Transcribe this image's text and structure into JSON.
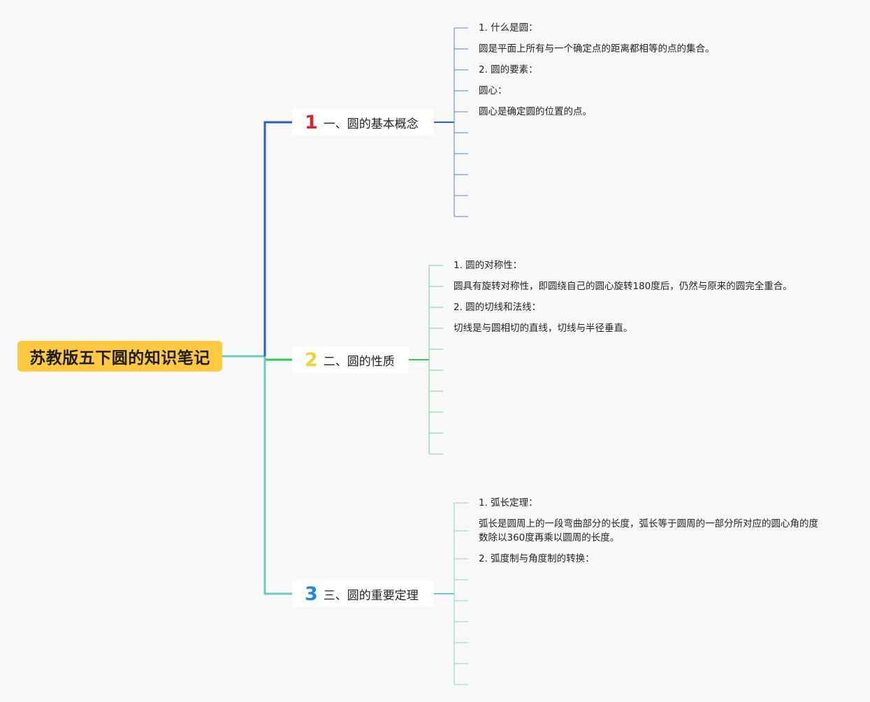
{
  "root": {
    "title": "苏教版五下圆的知识笔记",
    "color": "#ffc940"
  },
  "branches": [
    {
      "number": "1",
      "number_color": "#d9262e",
      "title": "一、圆的基本概念",
      "line_color": "#2a5bd7",
      "leaf_line_color": "#7c9bd6",
      "items": [
        "1. 什么是圆：",
        "圆是平面上所有与一个确定点的距离都相等的点的集合。",
        "2. 圆的要素：",
        "圆心：",
        "圆心是确定圆的位置的点。"
      ]
    },
    {
      "number": "2",
      "number_color": "#f5d03b",
      "title": "二、圆的性质",
      "line_color": "#34c759",
      "leaf_line_color": "#8ed99f",
      "items": [
        "1. 圆的对称性：",
        "圆具有旋转对称性，即圆绕自己的圆心旋转180度后，仍然与原来的圆完全重合。",
        "2. 圆的切线和法线：",
        "切线是与圆相切的直线，切线与半径垂直。"
      ]
    },
    {
      "number": "3",
      "number_color": "#1e88e5",
      "title": "三、圆的重要定理",
      "line_color": "#6ccbbf",
      "leaf_line_color": "#a3dcd3",
      "items": [
        "1. 弧长定理：",
        "弧长是圆周上的一段弯曲部分的长度，弧长等于圆周的一部分所对应的圆心角的度数除以360度再乘以圆周的长度。",
        "2. 弧度制与角度制的转换："
      ]
    }
  ]
}
